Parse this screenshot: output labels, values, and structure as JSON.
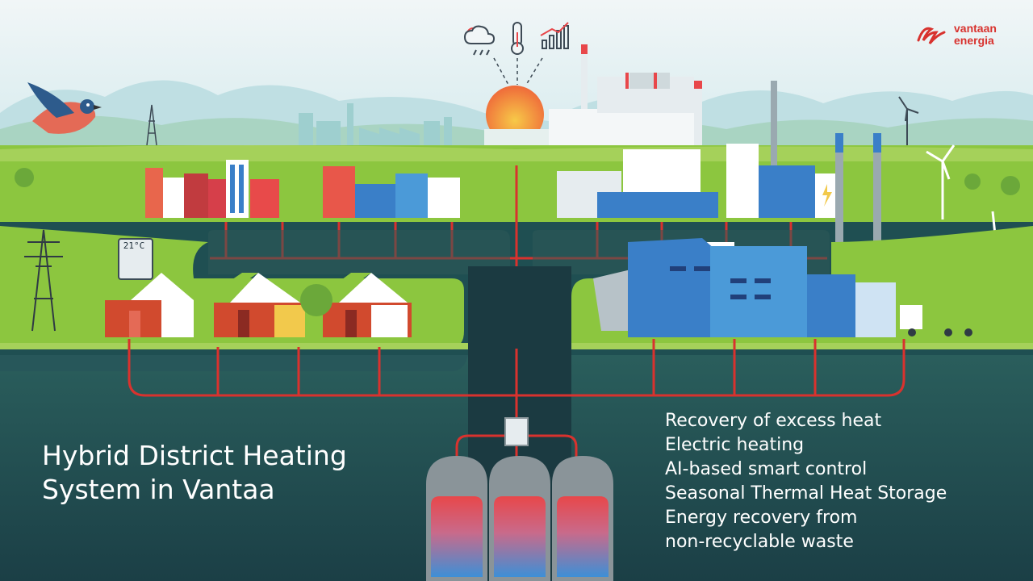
{
  "brand": {
    "logo_line1": "vantaan",
    "logo_line2": "energia",
    "color": "#d8322e"
  },
  "title": {
    "line1": "Hybrid District Heating",
    "line2": "System in Vantaa"
  },
  "features": [
    "Recovery of excess heat",
    "Electric heating",
    "AI-based smart control",
    "Seasonal Thermal Heat Storage",
    "Energy recovery from",
    "non-recyclable waste"
  ],
  "thermostat": {
    "reading": "21°C"
  },
  "icons": [
    "weather-icon",
    "thermometer-icon",
    "chart-icon",
    "wifi-icon",
    "bird-icon",
    "wind-turbine-icon",
    "truck-icon",
    "lightning-icon"
  ],
  "colors": {
    "sky": "#dfeef2",
    "ground": "#8cc63f",
    "underground": "#1f4f52",
    "pipe": "#d9322e",
    "storage_hot": "#e8474a",
    "storage_cold": "#3d8fd6"
  }
}
